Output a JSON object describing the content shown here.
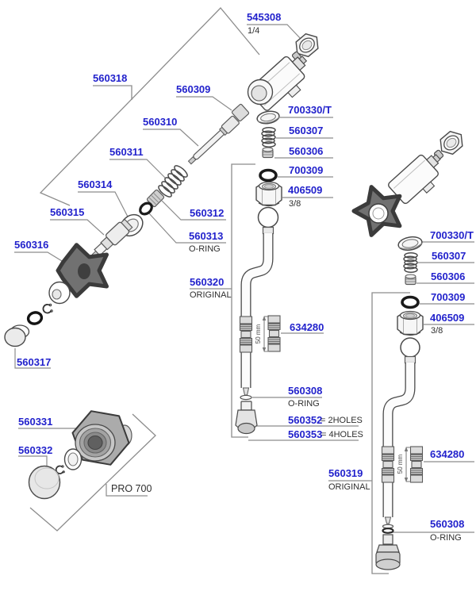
{
  "colors": {
    "label_blue": "#2222cc",
    "text_black": "#2e2e2e",
    "leader_gray": "#8c8c8c",
    "outline_gray": "#4a4a4a",
    "knob_dark": "#717171"
  },
  "labels": {
    "n545308": "545308",
    "s545308": "1/4",
    "n560318": "560318",
    "n560309": "560309",
    "n700330t_left": "700330/T",
    "n560307_left": "560307",
    "n560306_left": "560306",
    "n700309_left": "700309",
    "n406509_left": "406509",
    "s406509_left": "3/8",
    "n560310": "560310",
    "n560311": "560311",
    "n560314": "560314",
    "n560312": "560312",
    "n560313": "560313",
    "s560313": "O-RING",
    "n560315": "560315",
    "n560316": "560316",
    "n560320": "560320",
    "s560320": "ORIGINAL",
    "n560317": "560317",
    "n634280_center": "634280",
    "n560308_center": "560308",
    "s560308_center": "O-RING",
    "n560352": "560352",
    "s560352": "= 2HOLES",
    "n560353": "560353",
    "s560353": "= 4HOLES",
    "n560331": "560331",
    "n560332": "560332",
    "model": "PRO 700",
    "n700330t_right": "700330/T",
    "n560307_right": "560307",
    "n560306_right": "560306",
    "n700309_right": "700309",
    "n406509_right": "406509",
    "s406509_right": "3/8",
    "n634280_right": "634280",
    "n560319": "560319",
    "s560319": "ORIGINAL",
    "n560308_right": "560308",
    "s560308_right": "O-RING",
    "dim_center": "50 mm",
    "dim_right": "50 mm"
  }
}
